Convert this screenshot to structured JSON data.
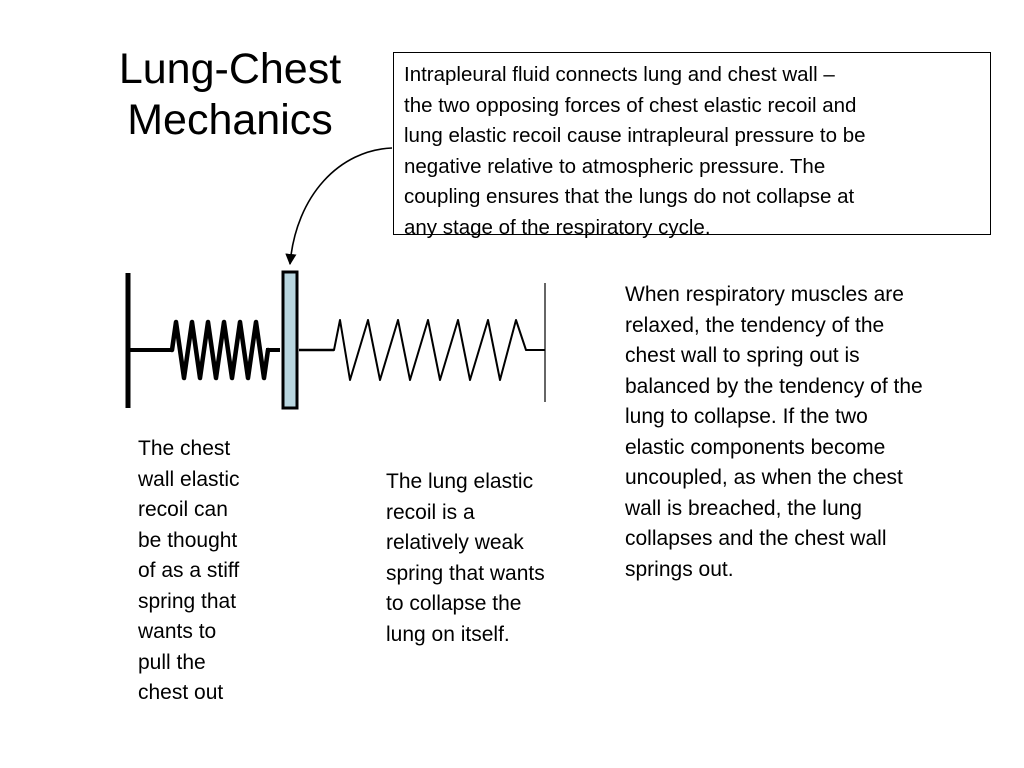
{
  "title": "Lung-Chest\nMechanics",
  "callout": "Intrapleural fluid connects lung and chest wall –\nthe two opposing forces of chest elastic recoil and\nlung elastic recoil cause intrapleural pressure to be\nnegative relative to atmospheric pressure.  The\ncoupling ensures that the lungs do not collapse at\nany stage of the respiratory cycle.",
  "chest_wall_text": "The chest\nwall elastic\nrecoil can\nbe thought\nof as a stiff\nspring that\nwants to\npull the\nchest out",
  "lung_text": "The lung elastic\nrecoil is a\nrelatively weak\nspring that wants\nto collapse the\nlung on itself.",
  "relaxed_text": "When respiratory muscles are\nrelaxed, the tendency of the\nchest wall to spring out is\nbalanced by the tendency of the\nlung to collapse. If the two\nelastic components become\nuncoupled, as when the chest\nwall is breached, the lung\ncollapses and the chest wall\nsprings out.",
  "colors": {
    "pleura_fill": "#b9d6df",
    "ink": "#000000"
  }
}
